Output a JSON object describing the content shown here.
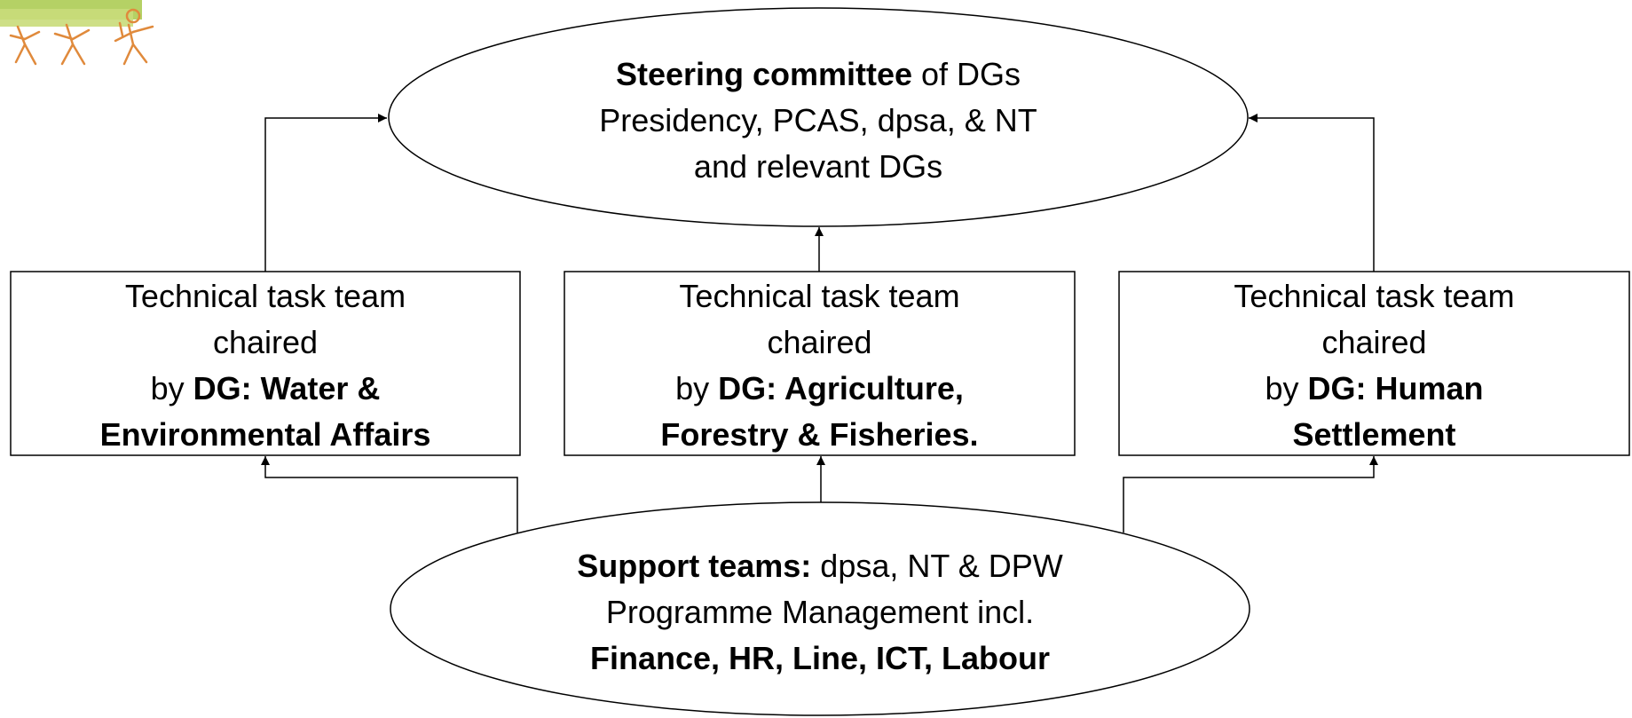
{
  "steering": {
    "title_bold": "Steering committee",
    "title_rest": " of DGs",
    "line2": "Presidency, PCAS, dpsa, & NT",
    "line3": "and relevant DGs"
  },
  "teams": [
    {
      "line1": "Technical task team",
      "line2": "chaired",
      "by": "by ",
      "bold1": "DG: Water &",
      "bold2": "Environmental Affairs"
    },
    {
      "line1": "Technical task team",
      "line2": "chaired",
      "by": "by ",
      "bold1": "DG: Agriculture,",
      "bold2": "Forestry & Fisheries."
    },
    {
      "line1": "Technical task team",
      "line2": "chaired",
      "by": "by ",
      "bold1": "DG: Human",
      "bold2": "Settlement"
    }
  ],
  "support": {
    "title_bold": "Support teams:",
    "title_rest": " dpsa, NT & DPW",
    "line2": "Programme Management incl.",
    "line3": "Finance, HR, Line, ICT, Labour"
  },
  "colors": {
    "stroke": "#000000",
    "fill": "#ffffff",
    "logo_green": "#a8c94a",
    "logo_orange": "#e08a3c"
  },
  "icons": {
    "logo": "people-logo"
  }
}
